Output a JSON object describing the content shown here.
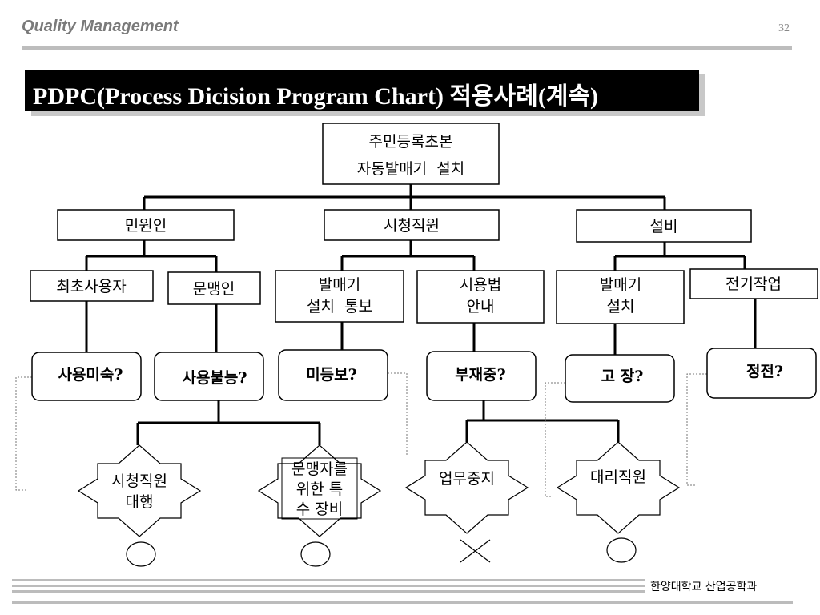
{
  "header": {
    "title": "Quality Management",
    "page_number": "32"
  },
  "slide": {
    "title": "PDPC(Process Dicision Program Chart) 적용사례(계속)"
  },
  "diagram": {
    "root": [
      "주민등록초본",
      "자동발매기  설치"
    ],
    "level1": {
      "a": "민원인",
      "b": "시청직원",
      "c": "설비"
    },
    "level2": {
      "a1": [
        "최초사용자"
      ],
      "a2": [
        "문맹인"
      ],
      "b1": [
        "발매기",
        "설치  통보"
      ],
      "b2": [
        "시용법",
        "안내"
      ],
      "c1": [
        "발매기",
        "설치"
      ],
      "c2": [
        "전기작업"
      ]
    },
    "problems": {
      "p1": "사용미숙?",
      "p2": "사용불능?",
      "p3": "미등보?",
      "p4": "부재중?",
      "p5": "고 장?",
      "p6": "정전?"
    },
    "measures": {
      "m1": [
        "시청직원",
        "대행"
      ],
      "m2": [
        "문맹자를",
        "위한 특",
        "수 장비"
      ],
      "m3": [
        "업무중지"
      ],
      "m4": [
        "대리직원"
      ]
    },
    "results": {
      "m1": "circle",
      "m2": "circle",
      "m3": "cross",
      "m4": "circle"
    }
  },
  "footer": {
    "org": "한양대학교 산업공학과"
  }
}
